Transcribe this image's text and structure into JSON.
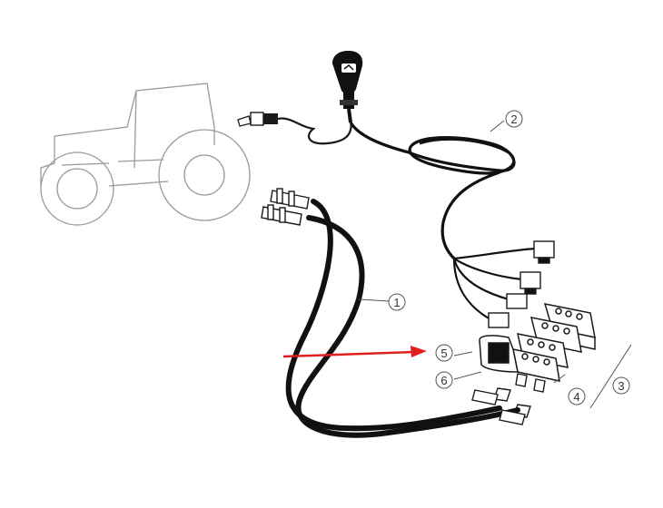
{
  "diagram": {
    "callouts": [
      {
        "id": "c1",
        "label": "1"
      },
      {
        "id": "c2",
        "label": "2"
      },
      {
        "id": "c3",
        "label": "3"
      },
      {
        "id": "c4",
        "label": "4"
      },
      {
        "id": "c5",
        "label": "5"
      },
      {
        "id": "c6",
        "label": "6"
      }
    ]
  },
  "colors": {
    "line": "#1a1a1a",
    "tractor_outline": "#9a9a9a",
    "callout": "#555555",
    "arrow": "#e02020"
  }
}
